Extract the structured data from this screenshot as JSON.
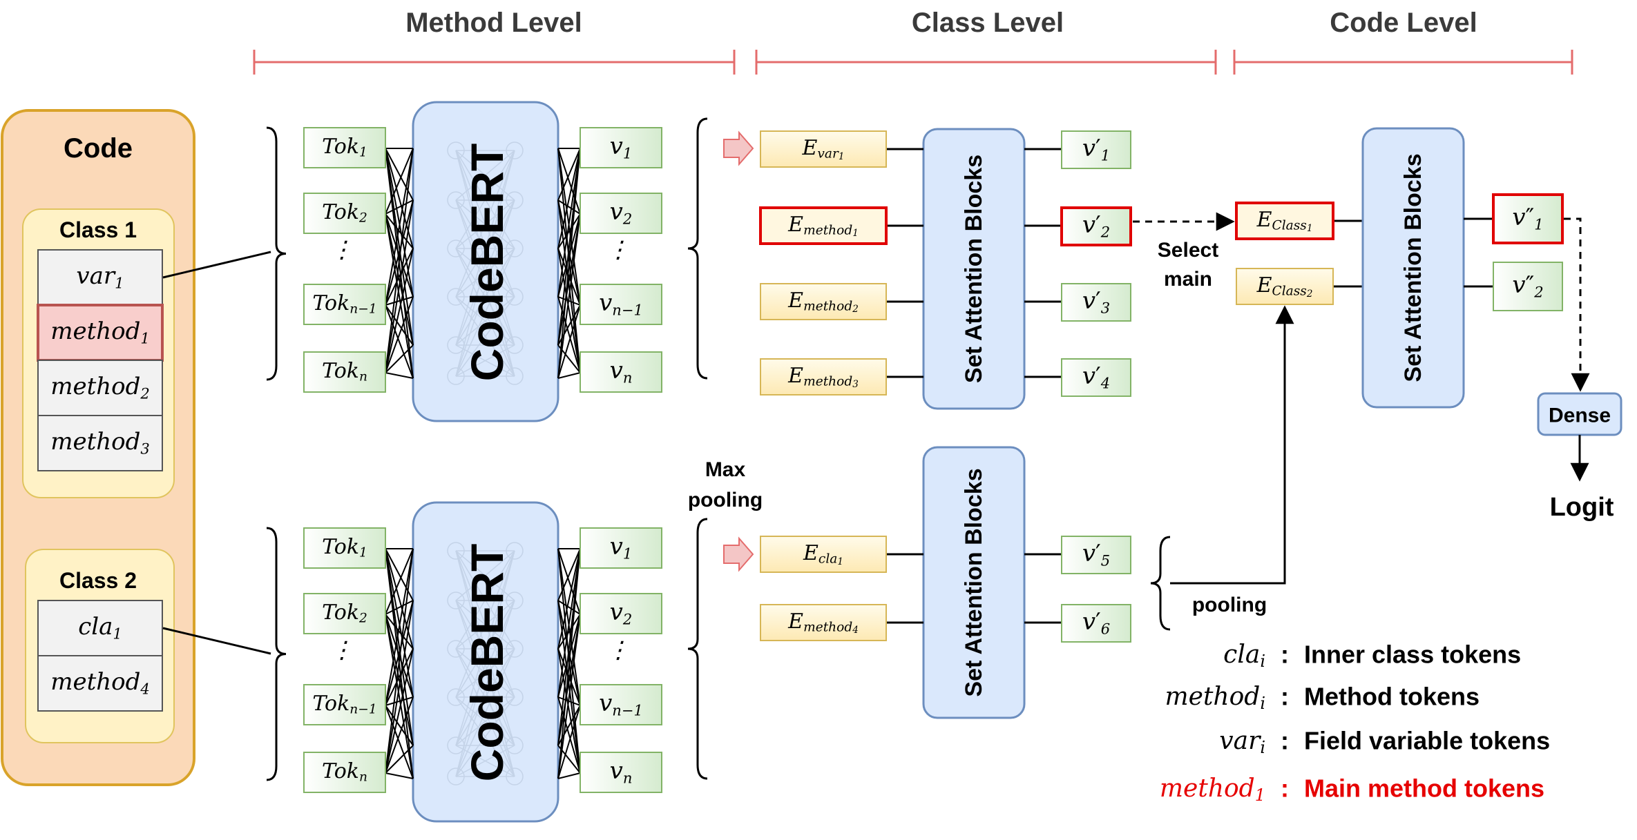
{
  "levels": {
    "method": "Method Level",
    "class": "Class Level",
    "code": "Code Level"
  },
  "code_panel": {
    "title": "Code",
    "class1": {
      "title": "Class 1",
      "items": [
        {
          "base": "var",
          "sub": "1",
          "highlight": false
        },
        {
          "base": "method",
          "sub": "1",
          "highlight": true
        },
        {
          "base": "method",
          "sub": "2",
          "highlight": false
        },
        {
          "base": "method",
          "sub": "3",
          "highlight": false
        }
      ]
    },
    "class2": {
      "title": "Class 2",
      "items": [
        {
          "base": "cla",
          "sub": "1",
          "highlight": false
        },
        {
          "base": "method",
          "sub": "4",
          "highlight": false
        }
      ]
    }
  },
  "encoder": {
    "label": "CodeBERT",
    "tokens": [
      {
        "base": "Tok",
        "sub": "1"
      },
      {
        "base": "Tok",
        "sub": "2"
      },
      {
        "base": "Tok",
        "sub": "n−1"
      },
      {
        "base": "Tok",
        "sub": "n"
      }
    ],
    "outputs": [
      {
        "base": "v",
        "sub": "1"
      },
      {
        "base": "v",
        "sub": "2"
      },
      {
        "base": "v",
        "sub": "n−1"
      },
      {
        "base": "v",
        "sub": "n"
      }
    ],
    "ellipsis": "⋮"
  },
  "max_pooling_label": "Max pooling",
  "class_level": {
    "block_label": "Set Attention Blocks",
    "upper_embeddings": [
      {
        "base": "E",
        "sub": "var",
        "subsub": "1",
        "highlight": false
      },
      {
        "base": "E",
        "sub": "method",
        "subsub": "1",
        "highlight": true
      },
      {
        "base": "E",
        "sub": "method",
        "subsub": "2",
        "highlight": false
      },
      {
        "base": "E",
        "sub": "method",
        "subsub": "3",
        "highlight": false
      }
    ],
    "upper_outputs": [
      {
        "base": "v",
        "prime": "′",
        "sub": "1",
        "highlight": false
      },
      {
        "base": "v",
        "prime": "′",
        "sub": "2",
        "highlight": true
      },
      {
        "base": "v",
        "prime": "′",
        "sub": "3",
        "highlight": false
      },
      {
        "base": "v",
        "prime": "′",
        "sub": "4",
        "highlight": false
      }
    ],
    "lower_embeddings": [
      {
        "base": "E",
        "sub": "cla",
        "subsub": "1",
        "highlight": false
      },
      {
        "base": "E",
        "sub": "method",
        "subsub": "4",
        "highlight": false
      }
    ],
    "lower_outputs": [
      {
        "base": "v",
        "prime": "′",
        "sub": "5",
        "highlight": false
      },
      {
        "base": "v",
        "prime": "′",
        "sub": "6",
        "highlight": false
      }
    ],
    "select_main_label": "Select main",
    "pooling_label": "pooling"
  },
  "code_level": {
    "block_label": "Set Attention Blocks",
    "inputs": [
      {
        "base": "E",
        "sub": "Class",
        "subsub": "1",
        "highlight": true
      },
      {
        "base": "E",
        "sub": "Class",
        "subsub": "2",
        "highlight": false
      }
    ],
    "outputs": [
      {
        "base": "v",
        "prime": "″",
        "sub": "1",
        "highlight": true
      },
      {
        "base": "v",
        "prime": "″",
        "sub": "2",
        "highlight": false
      }
    ],
    "dense_label": "Dense",
    "logit_label": "Logit"
  },
  "legend": [
    {
      "base": "cla",
      "sub": "i",
      "colon": ":",
      "desc": "Inner class tokens",
      "color": "#000000"
    },
    {
      "base": "method",
      "sub": "i",
      "colon": ":",
      "desc": "Method tokens",
      "color": "#000000"
    },
    {
      "base": "var",
      "sub": "i",
      "colon": ":",
      "desc": "Field variable tokens",
      "color": "#000000"
    },
    {
      "base": "method",
      "sub": "1",
      "colon": ":",
      "desc": "Main method tokens",
      "color": "#e60000"
    }
  ],
  "colors": {
    "level_bar": "#e46c6c",
    "code_fill": "#fbd9b8",
    "code_stroke": "#d9a32a",
    "class_fill": "#fff2c6",
    "class_stroke": "#e0c45e",
    "item_fill": "#f2f2f2",
    "item_stroke": "#555555",
    "highlight_fill": "#f8cecc",
    "highlight_stroke": "#b85450",
    "red_stroke": "#e00000",
    "token_fill": "#dcefd6",
    "token_stroke": "#82b366",
    "encoder_fill": "#dae8fc",
    "encoder_stroke": "#6c8ebf",
    "emb_fill": "#fff2cc",
    "emb_stroke": "#d6b656"
  }
}
